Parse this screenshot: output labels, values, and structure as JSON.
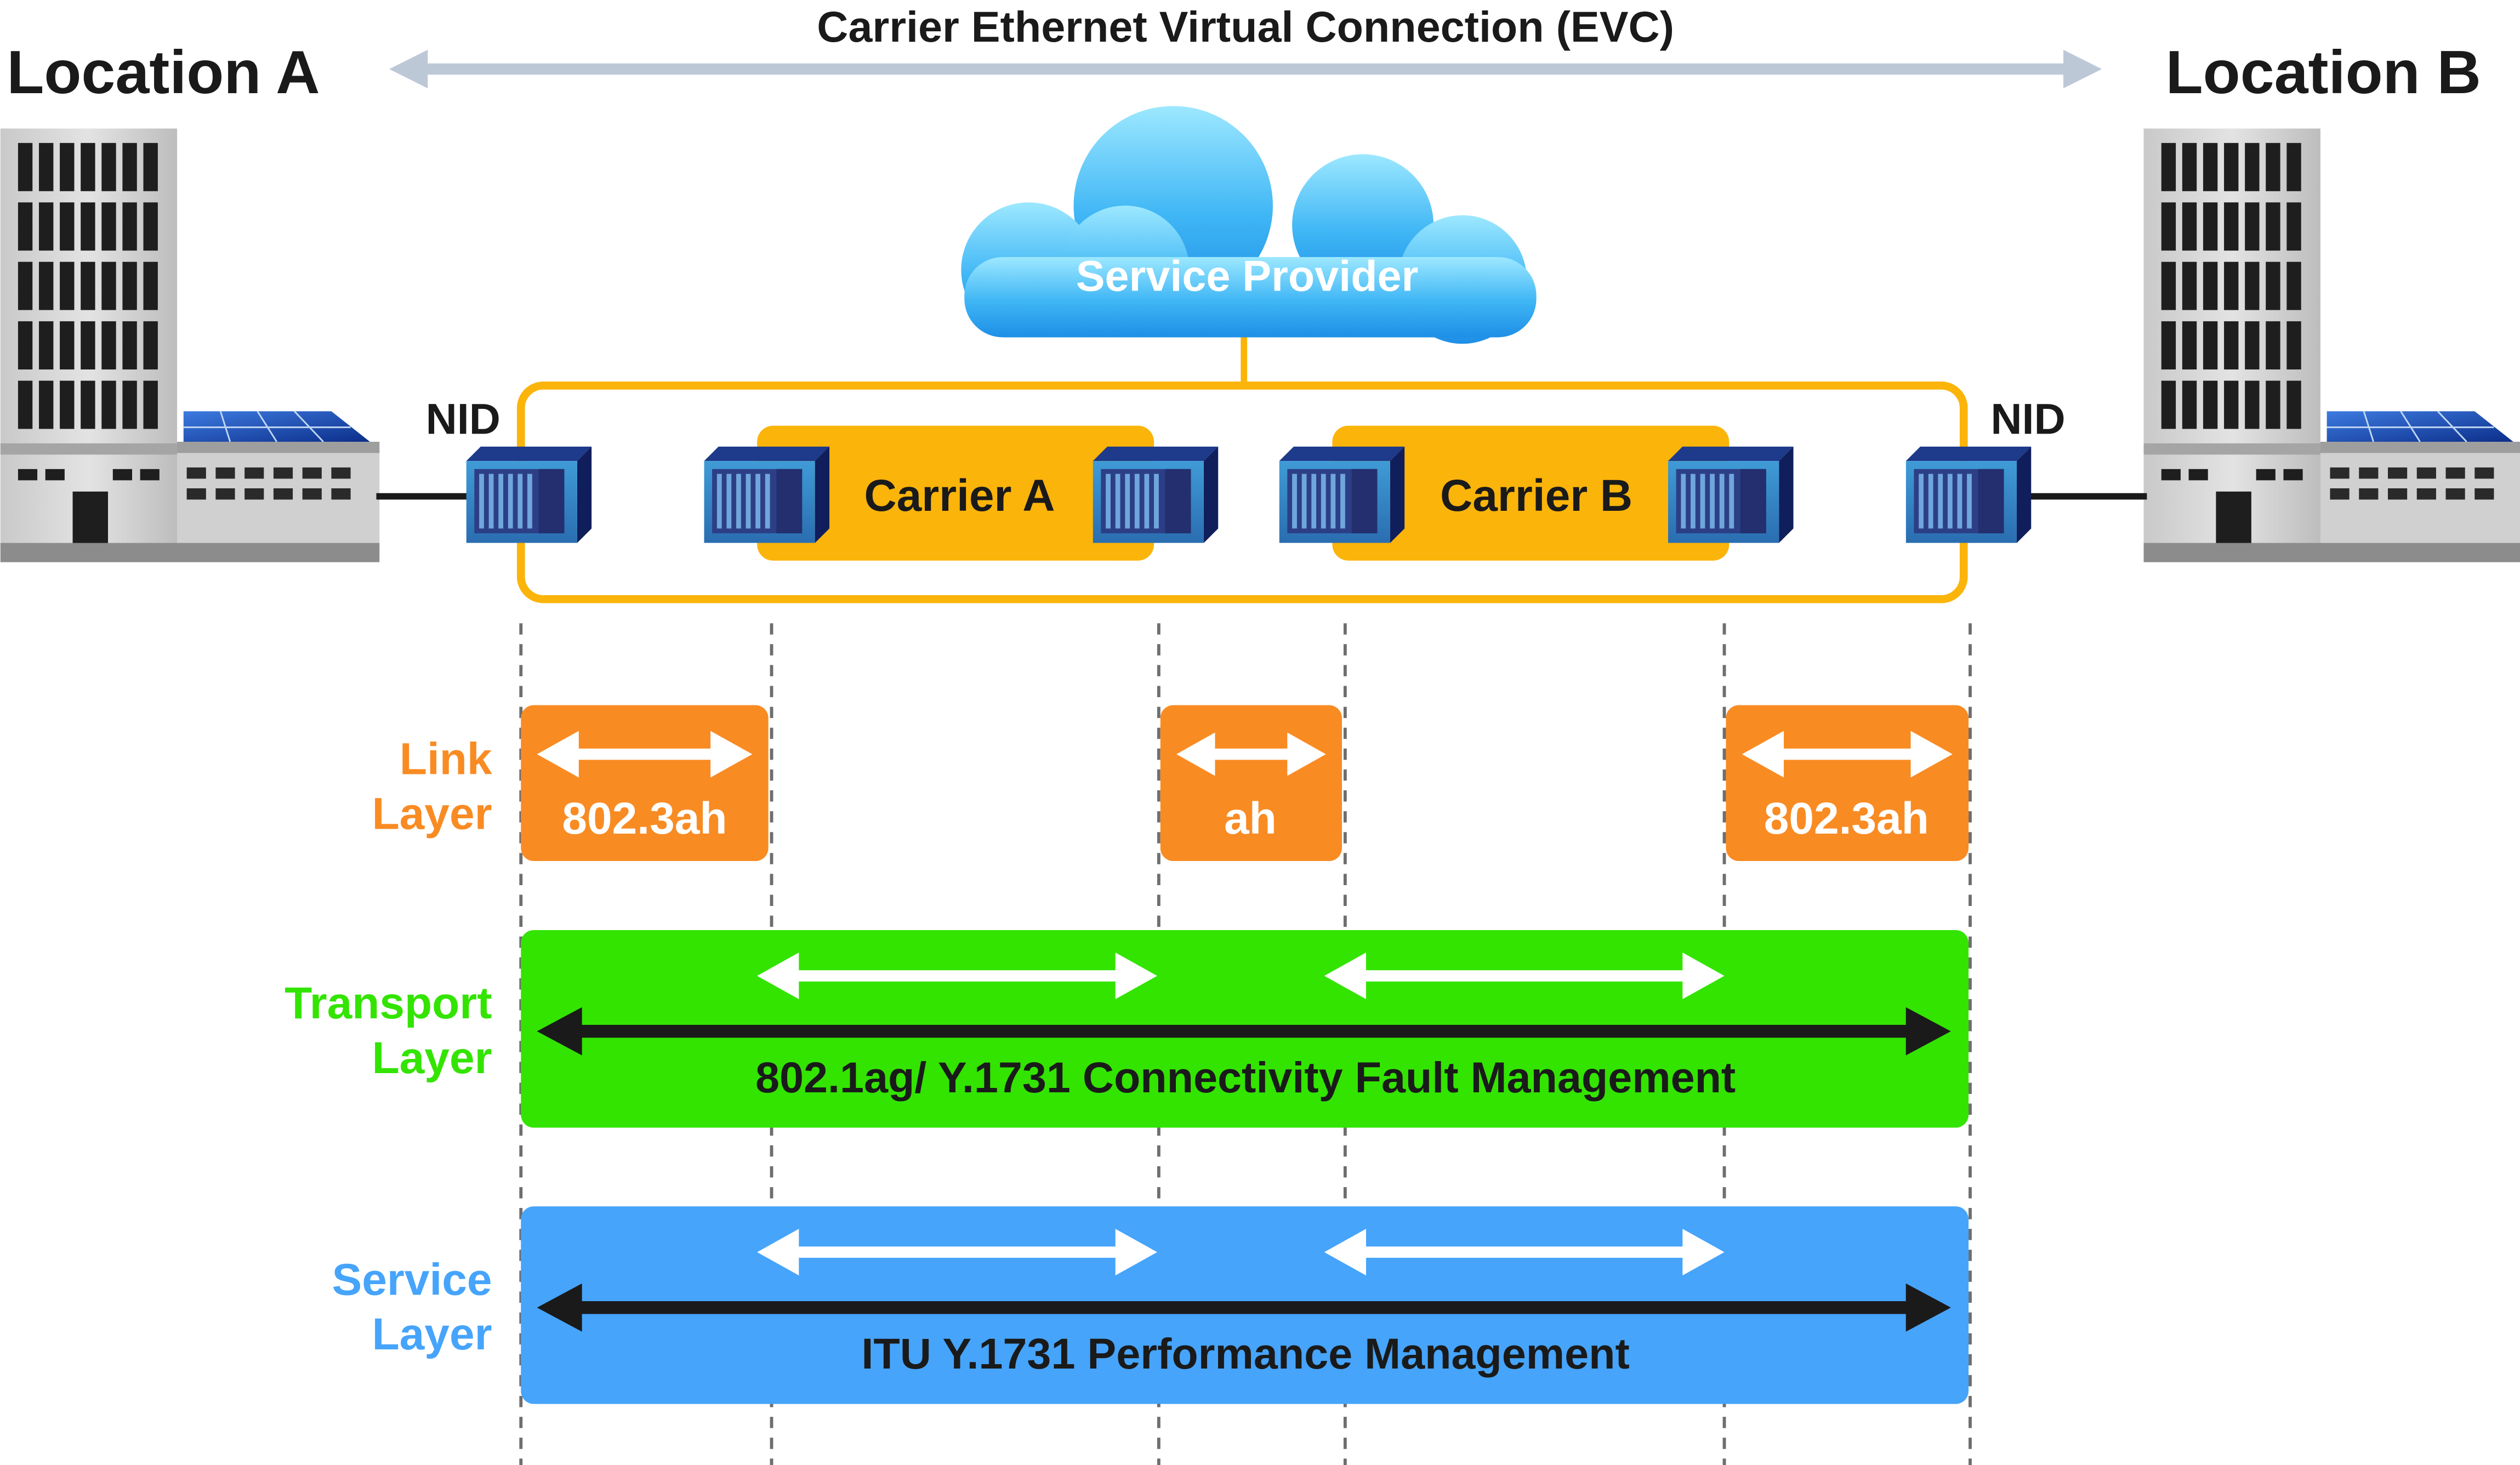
{
  "header": {
    "evc_label": "Carrier Ethernet Virtual Connection (EVC)",
    "location_a": "Location A",
    "location_b": "Location B"
  },
  "network": {
    "cloud_label": "Service Provider",
    "nid_left": "NID",
    "nid_right": "NID",
    "carrier_a": "Carrier A",
    "carrier_b": "Carrier B"
  },
  "layers": {
    "link": {
      "label_line1": "Link",
      "label_line2": "Layer",
      "segments": [
        "802.3ah",
        "ah",
        "802.3ah"
      ]
    },
    "transport": {
      "label_line1": "Transport",
      "label_line2": "Layer",
      "caption": "802.1ag/ Y.1731 Connectivity Fault Management"
    },
    "service": {
      "label_line1": "Service",
      "label_line2": "Layer",
      "caption": "ITU Y.1731 Performance Management"
    }
  },
  "colors": {
    "orange_layer": "#F98B23",
    "carrier_gold": "#FBB40A",
    "transport_green": "#33E400",
    "service_blue": "#46A4FB",
    "evc_arrow": "#BDC8D7",
    "cloud_blue": "#3CB1F4"
  }
}
